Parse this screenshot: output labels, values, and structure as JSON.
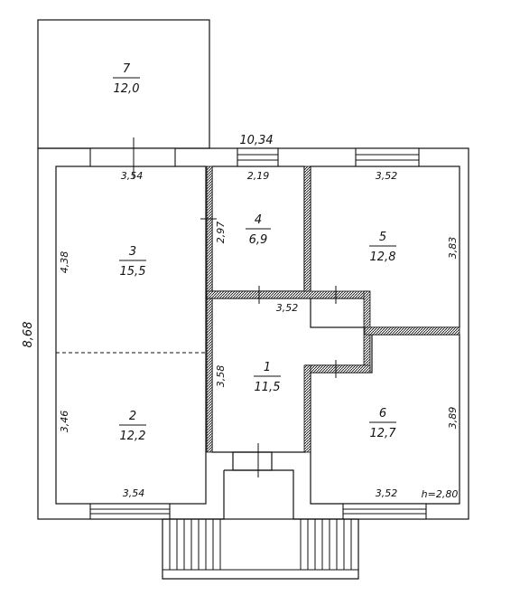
{
  "plan": {
    "overall_width": "10,34",
    "overall_height": "8,68",
    "ceiling_height": "h=2,80"
  },
  "rooms": [
    {
      "id": "7",
      "number": "7",
      "area": "12,0"
    },
    {
      "id": "3",
      "number": "3",
      "area": "15,5"
    },
    {
      "id": "4",
      "number": "4",
      "area": "6,9"
    },
    {
      "id": "5",
      "number": "5",
      "area": "12,8"
    },
    {
      "id": "1",
      "number": "1",
      "area": "11,5"
    },
    {
      "id": "2",
      "number": "2",
      "area": "12,2"
    },
    {
      "id": "6",
      "number": "6",
      "area": "12,7"
    }
  ],
  "dimensions": {
    "room3_top": "3,54",
    "room4_top": "2,19",
    "room5_top": "3,52",
    "room3_left": "4,38",
    "room4_left": "2,97",
    "room5_right": "3,83",
    "corridor": "3,52",
    "room1_left": "3,58",
    "room2_left": "3,46",
    "room6_right": "3,89",
    "room2_bottom": "3,54",
    "room6_bottom": "3,52"
  }
}
